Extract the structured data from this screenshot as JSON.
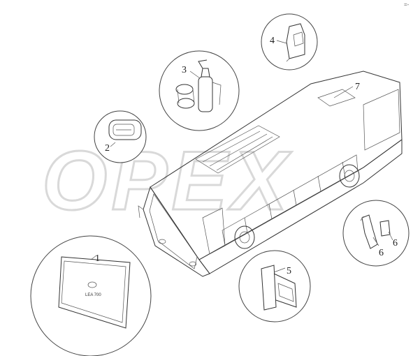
{
  "watermark": {
    "text": "OPEX"
  },
  "corner_mark": "=-",
  "callouts": {
    "c1": "1",
    "c2": "2",
    "c3": "3",
    "c4": "4",
    "c5": "5",
    "c6a": "6",
    "c6b": "6",
    "c7": "7"
  },
  "sign_text": "LEA 700"
}
